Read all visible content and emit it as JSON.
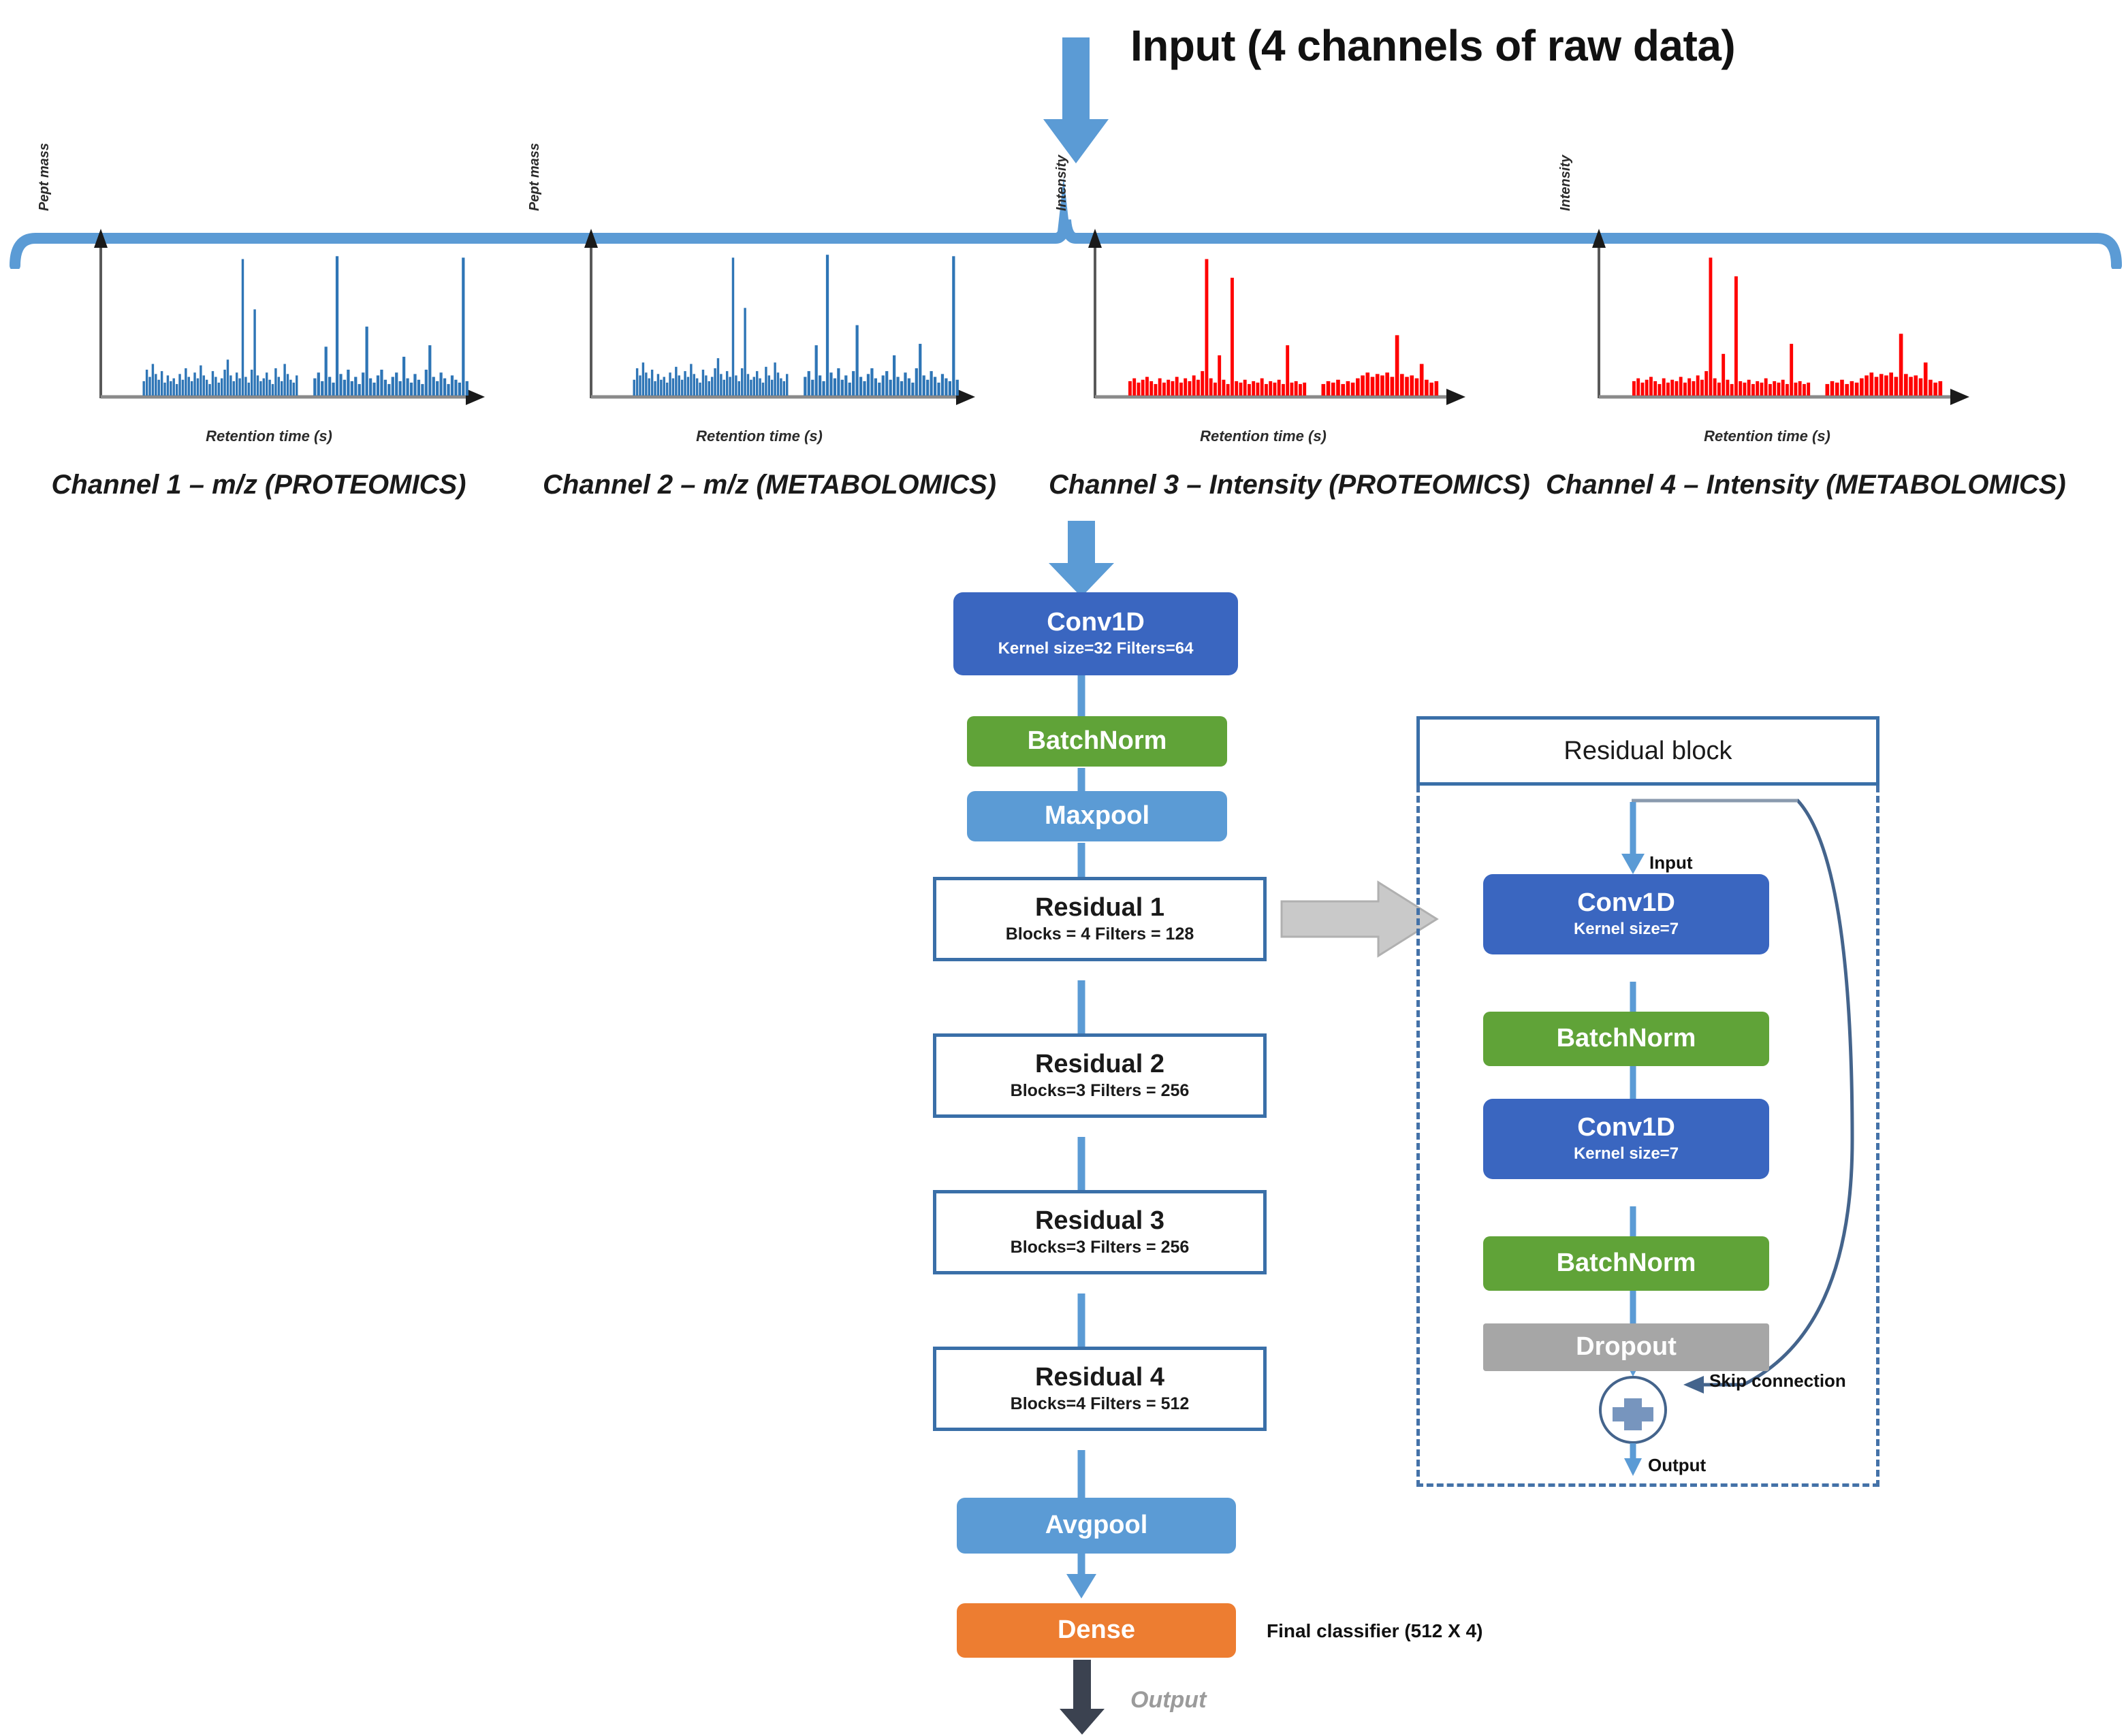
{
  "title": "Input (4 channels of raw data)",
  "colors": {
    "conv": "#3A66C0",
    "batchnorm": "#60A338",
    "pool": "#5B9BD5",
    "dropout": "#A6A6A6",
    "dense": "#ED7D31",
    "residual_border": "#3A6FA8",
    "proteomics_trace": "#2E75B6",
    "metabolomics_trace": "#FF0000",
    "arrow": "#5B9BD5",
    "output_arrow": "#3B4250"
  },
  "channels": [
    {
      "caption": "Channel 1 – m/z (PROTEOMICS)",
      "ylabel": "Pept mass",
      "xlabel": "Retention time (s)",
      "color": "#2E75B6"
    },
    {
      "caption": "Channel 2 – m/z (METABOLOMICS)",
      "ylabel": "Pept mass",
      "xlabel": "Retention time (s)",
      "color": "#2E75B6"
    },
    {
      "caption": "Channel 3 – Intensity (PROTEOMICS)",
      "ylabel": "Intensity",
      "xlabel": "Retention time (s)",
      "color": "#FF0000"
    },
    {
      "caption": "Channel 4 – Intensity (METABOLOMICS)",
      "ylabel": "Intensity",
      "xlabel": "Retention time (s)",
      "color": "#FF0000"
    }
  ],
  "pipeline": [
    {
      "title": "Conv1D",
      "subtitle": "Kernel size=32  Filters=64"
    },
    {
      "title": "BatchNorm",
      "subtitle": ""
    },
    {
      "title": "Maxpool",
      "subtitle": ""
    },
    {
      "title": "Residual 1",
      "subtitle": "Blocks = 4  Filters = 128"
    },
    {
      "title": "Residual 2",
      "subtitle": "Blocks=3   Filters = 256"
    },
    {
      "title": "Residual 3",
      "subtitle": "Blocks=3   Filters = 256"
    },
    {
      "title": "Residual 4",
      "subtitle": "Blocks=4   Filters = 512"
    },
    {
      "title": "Avgpool",
      "subtitle": ""
    },
    {
      "title": "Dense",
      "subtitle": ""
    }
  ],
  "annotations": {
    "final_classifier": "Final classifier  (512 X 4)",
    "output": "Output"
  },
  "residual_block": {
    "header": "Residual block",
    "input_label": "Input",
    "output_label": "Output",
    "skip_label": "Skip connection",
    "plus_symbol": "+",
    "layers": [
      {
        "title": "Conv1D",
        "subtitle": "Kernel size=7"
      },
      {
        "title": "BatchNorm",
        "subtitle": ""
      },
      {
        "title": "Conv1D",
        "subtitle": "Kernel size=7"
      },
      {
        "title": "BatchNorm",
        "subtitle": ""
      },
      {
        "title": "Dropout",
        "subtitle": ""
      }
    ]
  },
  "chart_data": {
    "type": "line",
    "title": "Input (4 channels of raw data)",
    "xlabel": "Retention time (s)",
    "grid": false,
    "legend": "none",
    "series": [
      {
        "name": "Channel 1 – m/z (PROTEOMICS)",
        "ylabel": "Pept mass",
        "color": "#2E75B6",
        "segments": [
          {
            "x_start": 0.1,
            "x_end": 0.52,
            "values": [
              0.1,
              0.18,
              0.13,
              0.22,
              0.15,
              0.11,
              0.17,
              0.09,
              0.14,
              0.1,
              0.12,
              0.08,
              0.15,
              0.11,
              0.19,
              0.13,
              0.1,
              0.16,
              0.12,
              0.21,
              0.14,
              0.11,
              0.08,
              0.17,
              0.13,
              0.09,
              0.12,
              0.18,
              0.25,
              0.14,
              0.1,
              0.16,
              0.12,
              0.95,
              0.13,
              0.09,
              0.18,
              0.6,
              0.14,
              0.1,
              0.12,
              0.16,
              0.11,
              0.08,
              0.19,
              0.13,
              0.1,
              0.22,
              0.15,
              0.11,
              0.09,
              0.14
            ]
          },
          {
            "x_start": 0.56,
            "x_end": 0.98,
            "values": [
              0.12,
              0.16,
              0.1,
              0.34,
              0.13,
              0.09,
              0.97,
              0.15,
              0.11,
              0.18,
              0.1,
              0.13,
              0.08,
              0.16,
              0.48,
              0.12,
              0.09,
              0.14,
              0.18,
              0.11,
              0.08,
              0.13,
              0.16,
              0.1,
              0.27,
              0.12,
              0.09,
              0.15,
              0.11,
              0.08,
              0.18,
              0.35,
              0.13,
              0.1,
              0.16,
              0.12,
              0.08,
              0.14,
              0.11,
              0.09,
              0.96,
              0.1
            ]
          }
        ]
      },
      {
        "name": "Channel 2 – m/z (METABOLOMICS)",
        "ylabel": "Pept mass",
        "color": "#2E75B6",
        "segments": [
          {
            "x_start": 0.1,
            "x_end": 0.52,
            "values": [
              0.11,
              0.19,
              0.14,
              0.23,
              0.16,
              0.12,
              0.18,
              0.1,
              0.15,
              0.11,
              0.13,
              0.09,
              0.16,
              0.12,
              0.2,
              0.14,
              0.11,
              0.17,
              0.13,
              0.22,
              0.15,
              0.12,
              0.09,
              0.18,
              0.14,
              0.1,
              0.13,
              0.19,
              0.26,
              0.15,
              0.11,
              0.17,
              0.13,
              0.96,
              0.14,
              0.1,
              0.19,
              0.61,
              0.15,
              0.11,
              0.13,
              0.17,
              0.12,
              0.09,
              0.2,
              0.14,
              0.11,
              0.23,
              0.16,
              0.12,
              0.1,
              0.15
            ]
          },
          {
            "x_start": 0.56,
            "x_end": 0.98,
            "values": [
              0.13,
              0.17,
              0.11,
              0.35,
              0.14,
              0.1,
              0.98,
              0.16,
              0.12,
              0.19,
              0.11,
              0.14,
              0.09,
              0.17,
              0.49,
              0.13,
              0.1,
              0.15,
              0.19,
              0.12,
              0.09,
              0.14,
              0.17,
              0.11,
              0.28,
              0.13,
              0.1,
              0.16,
              0.12,
              0.09,
              0.19,
              0.36,
              0.14,
              0.11,
              0.17,
              0.13,
              0.09,
              0.15,
              0.12,
              0.1,
              0.97,
              0.11
            ]
          }
        ]
      },
      {
        "name": "Channel 3 – Intensity (PROTEOMICS)",
        "ylabel": "Intensity",
        "color": "#FF0000",
        "segments": [
          {
            "x_start": 0.08,
            "x_end": 0.58,
            "values": [
              0.1,
              0.12,
              0.09,
              0.11,
              0.13,
              0.1,
              0.08,
              0.12,
              0.09,
              0.11,
              0.1,
              0.13,
              0.09,
              0.12,
              0.1,
              0.14,
              0.11,
              0.17,
              0.95,
              0.12,
              0.09,
              0.28,
              0.11,
              0.08,
              0.82,
              0.1,
              0.09,
              0.11,
              0.08,
              0.1,
              0.09,
              0.12,
              0.08,
              0.1,
              0.09,
              0.11,
              0.08,
              0.35,
              0.09,
              0.1,
              0.08,
              0.09
            ]
          },
          {
            "x_start": 0.62,
            "x_end": 0.95,
            "values": [
              0.08,
              0.1,
              0.09,
              0.11,
              0.08,
              0.1,
              0.09,
              0.12,
              0.14,
              0.16,
              0.13,
              0.15,
              0.14,
              0.16,
              0.13,
              0.42,
              0.15,
              0.13,
              0.14,
              0.12,
              0.22,
              0.11,
              0.09,
              0.1
            ]
          }
        ]
      },
      {
        "name": "Channel 4 – Intensity (METABOLOMICS)",
        "ylabel": "Intensity",
        "color": "#FF0000",
        "segments": [
          {
            "x_start": 0.08,
            "x_end": 0.58,
            "values": [
              0.1,
              0.12,
              0.09,
              0.11,
              0.13,
              0.1,
              0.08,
              0.12,
              0.09,
              0.11,
              0.1,
              0.13,
              0.09,
              0.12,
              0.1,
              0.14,
              0.11,
              0.17,
              0.96,
              0.12,
              0.09,
              0.29,
              0.11,
              0.08,
              0.83,
              0.1,
              0.09,
              0.11,
              0.08,
              0.1,
              0.09,
              0.12,
              0.08,
              0.1,
              0.09,
              0.11,
              0.08,
              0.36,
              0.09,
              0.1,
              0.08,
              0.09
            ]
          },
          {
            "x_start": 0.62,
            "x_end": 0.95,
            "values": [
              0.08,
              0.1,
              0.09,
              0.11,
              0.08,
              0.1,
              0.09,
              0.12,
              0.14,
              0.16,
              0.13,
              0.15,
              0.14,
              0.16,
              0.13,
              0.43,
              0.15,
              0.13,
              0.14,
              0.12,
              0.23,
              0.11,
              0.09,
              0.1
            ]
          }
        ]
      }
    ]
  }
}
